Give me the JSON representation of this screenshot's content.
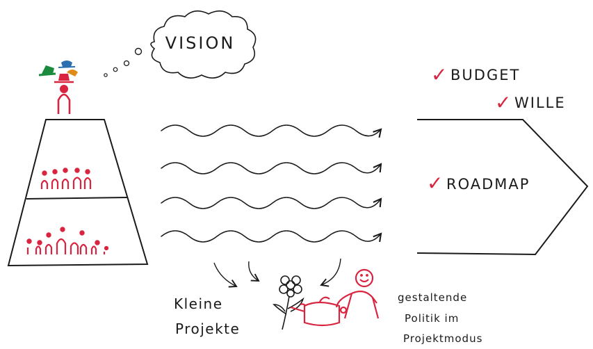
{
  "cloud": {
    "label": "VISION"
  },
  "checklist": [
    {
      "mark": "✓",
      "label": "BUDGET"
    },
    {
      "mark": "✓",
      "label": "WILLE"
    },
    {
      "mark": "✓",
      "label": "ROADMAP"
    }
  ],
  "left_label": {
    "line1": "Kleine",
    "line2": "Projekte"
  },
  "right_label": {
    "line1": "gestaltende",
    "line2": "Politik im",
    "line3": "Projektmodus"
  },
  "colors": {
    "ink": "#1a1a1a",
    "accent": "#d9243f",
    "hat_green": "#1a8a3c",
    "hat_blue": "#2a6fb0",
    "hat_orange": "#e08a1a"
  },
  "icons": [
    "thought-cloud-icon",
    "hats-icon",
    "leader-figure-icon",
    "pyramid-icon",
    "wave-arrow-icon",
    "flower-icon",
    "watering-can-icon",
    "gardener-figure-icon",
    "direction-arrow-icon"
  ]
}
